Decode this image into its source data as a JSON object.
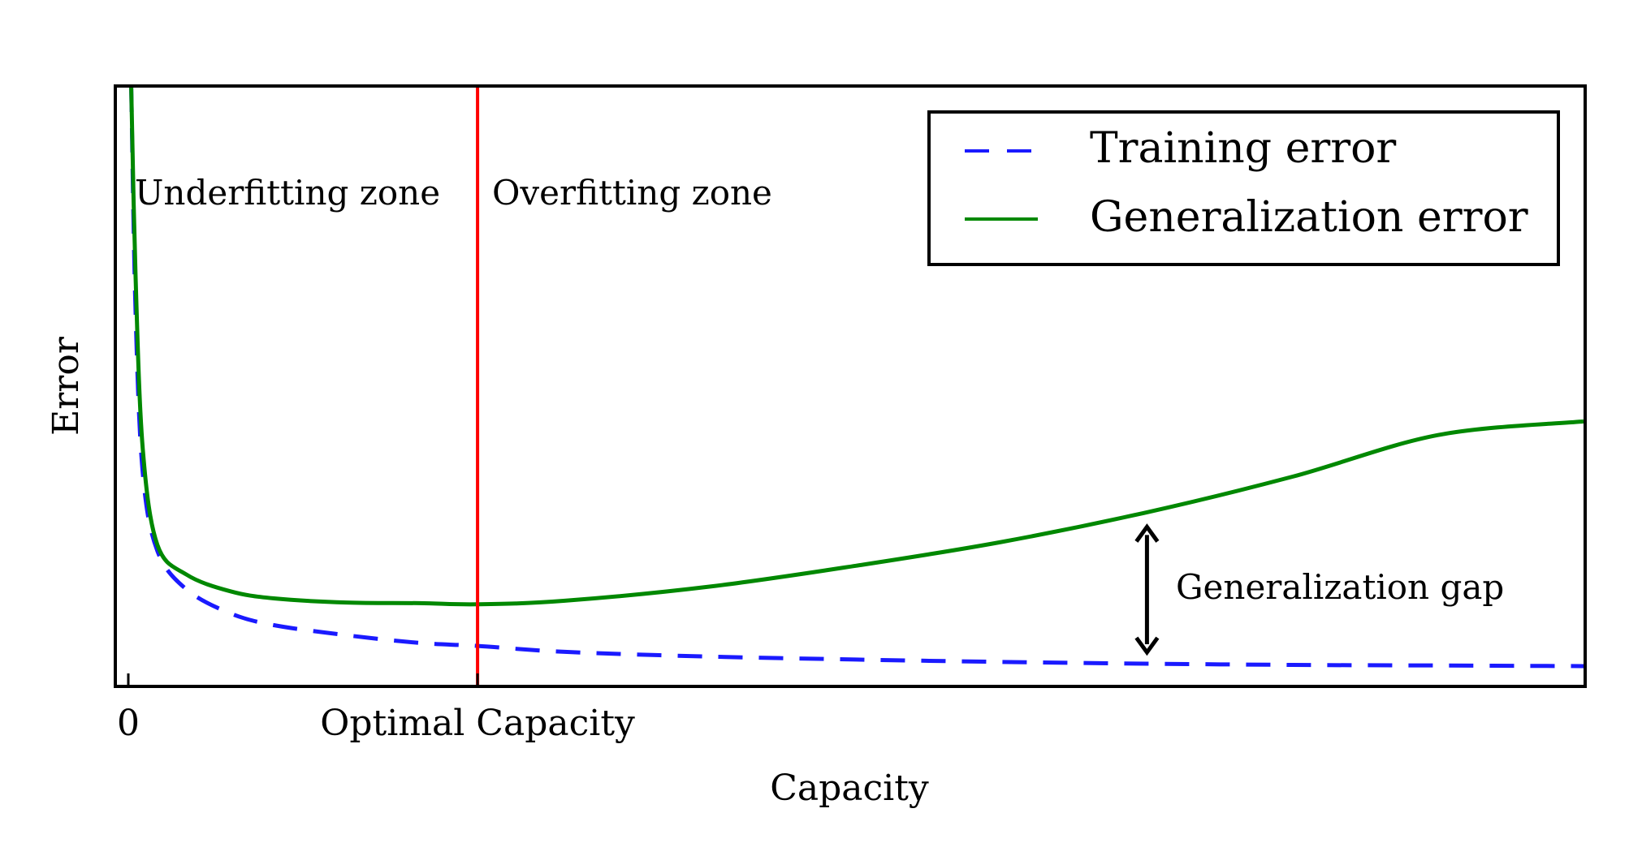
{
  "chart_data": {
    "type": "line",
    "title": "",
    "xlabel": "Capacity",
    "ylabel": "Error",
    "xlim": [
      0,
      10
    ],
    "ylim": [
      0,
      10
    ],
    "grid": false,
    "x_ticks": [
      {
        "value": 0,
        "label": "0"
      },
      {
        "value": 2.4,
        "label": "Optimal Capacity"
      }
    ],
    "legend": {
      "position": "top-right",
      "entries": [
        "Training error",
        "Generalization error"
      ]
    },
    "series": [
      {
        "name": "Training error",
        "style": "dashed",
        "color": "#1a1aff",
        "x": [
          0.02,
          0.05,
          0.1,
          0.2,
          0.4,
          0.7,
          1.0,
          1.5,
          2.0,
          2.4,
          3.0,
          4.0,
          5.0,
          6.0,
          7.0,
          8.0,
          9.0,
          10.0
        ],
        "y": [
          10.0,
          6.2,
          3.5,
          2.2,
          1.55,
          1.15,
          0.95,
          0.78,
          0.65,
          0.6,
          0.5,
          0.42,
          0.37,
          0.33,
          0.3,
          0.28,
          0.27,
          0.26
        ]
      },
      {
        "name": "Generalization error",
        "style": "solid",
        "color": "#008800",
        "x": [
          0.02,
          0.05,
          0.1,
          0.2,
          0.4,
          0.7,
          1.0,
          1.5,
          2.0,
          2.4,
          3.0,
          4.0,
          5.0,
          6.0,
          7.0,
          8.0,
          9.0,
          10.0
        ],
        "y": [
          10.0,
          6.8,
          3.9,
          2.3,
          1.8,
          1.52,
          1.4,
          1.33,
          1.32,
          1.3,
          1.36,
          1.6,
          1.95,
          2.35,
          2.85,
          3.45,
          4.15,
          4.38
        ]
      }
    ],
    "optimal_capacity": {
      "x": 2.4,
      "color": "#ff0000"
    },
    "annotations": {
      "underfitting": "Underfitting zone",
      "overfitting": "Overfitting zone",
      "gap": "Generalization gap",
      "gap_x": 7.0
    }
  }
}
